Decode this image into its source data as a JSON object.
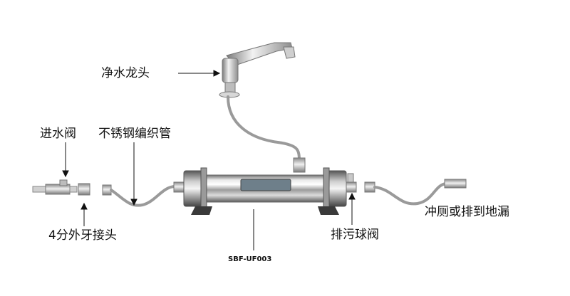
{
  "labels": {
    "faucet": "净水龙头",
    "inlet_valve": "进水阀",
    "braided_hose": "不锈钢编织管",
    "adapter": "4分外牙接头",
    "model": "SBF-UF003",
    "drain_valve": "排污球阀",
    "drain_dest": "冲厕或排到地漏"
  },
  "colors": {
    "label_text": "#111111",
    "steel_light": "#f4f4f4",
    "steel_dark": "#6f6f6f",
    "hose": "#9a9a9a",
    "base": "#3a3a3a"
  }
}
